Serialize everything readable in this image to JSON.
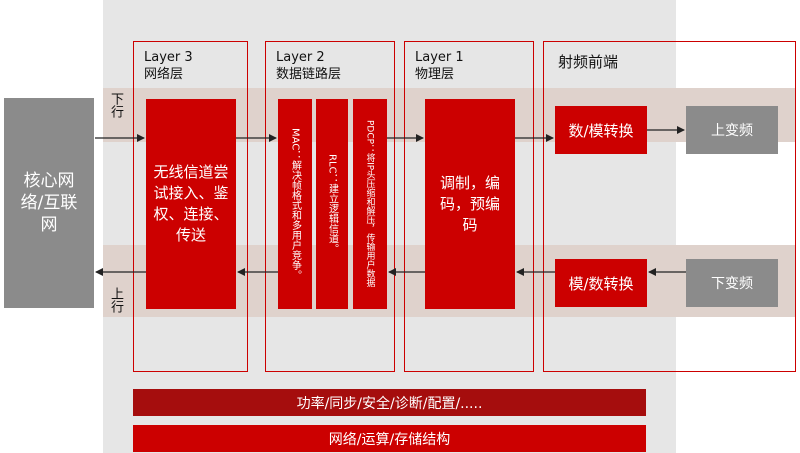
{
  "colors": {
    "accent": "#cc0000",
    "dark_accent": "#a50d0d",
    "gray_box": "#8b8b8b",
    "band": "#dfd2cc",
    "panel": "#e6e6e6"
  },
  "core": {
    "label": "核心网络/互联网"
  },
  "direction": {
    "down": "下行",
    "up": "上行"
  },
  "layer3": {
    "title": "Layer 3",
    "subtitle": "网络层",
    "box": "无线信道尝试接入、鉴权、连接、传送"
  },
  "layer2": {
    "title": "Layer 2",
    "subtitle": "数据链路层",
    "mac": "MAC：解决帧格式和多用户竞争。",
    "rlc": "RLC：建立逻辑信道。",
    "pdcp": "PDCP：将IP头压缩和解压，传输用户数据"
  },
  "layer1": {
    "title": "Layer 1",
    "subtitle": "物理层",
    "box": "调制，编码，预编码"
  },
  "rf": {
    "title": "射频前端",
    "dac": "数/模转换",
    "adc": "模/数转换",
    "upconv": "上变频",
    "downconv": "下变频"
  },
  "bars": {
    "functions": "功率/同步/安全/诊断/配置/.....",
    "infra": "网络/运算/存储结构"
  }
}
